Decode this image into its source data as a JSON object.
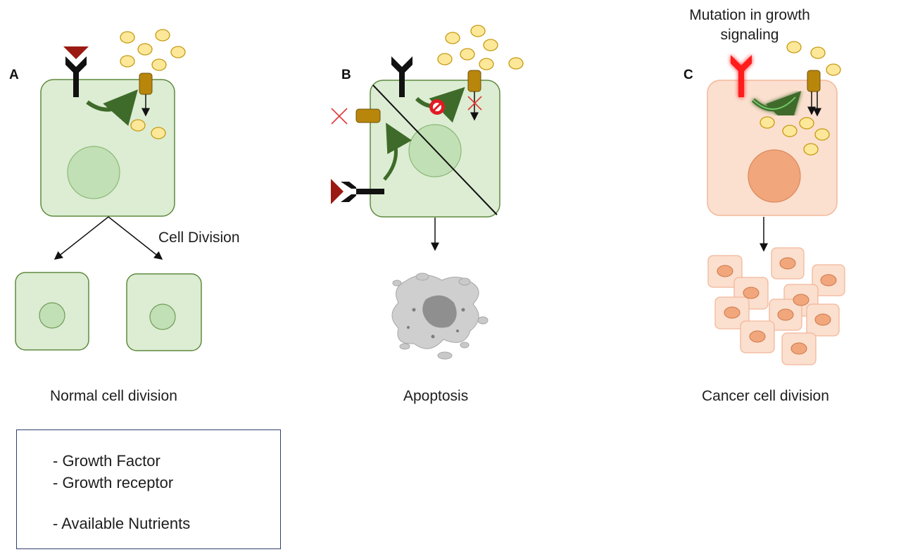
{
  "panels": {
    "a": {
      "letter": "A",
      "arrow_label": "Cell Division",
      "caption": "Normal cell division"
    },
    "b": {
      "letter": "B",
      "caption": "Apoptosis"
    },
    "c": {
      "letter": "C",
      "title_line1": "Mutation in growth",
      "title_line2": "signaling",
      "caption": "Cancer cell division"
    }
  },
  "legend": {
    "growth_factor": "- Growth Factor",
    "growth_receptor": "- Growth receptor",
    "nutrients": "- Available Nutrients"
  },
  "colors": {
    "normal_cell_fill": "#dcedd3",
    "normal_cell_stroke": "#5e8a3e",
    "nucleus_fill": "#c2e0b5",
    "cancer_cell_fill": "#fbdfcf",
    "cancer_cell_stroke": "#f2b89a",
    "cancer_nucleus": "#f2a67c",
    "growth_factor": "#9b1a12",
    "receptor": "#111111",
    "mutant_receptor": "#ff1a1a",
    "nutrient_fill": "#fde89a",
    "nutrient_stroke": "#c59a12",
    "channel": "#b8860b",
    "green_arrow": "#3f6b2a",
    "block": "#e21b24"
  }
}
